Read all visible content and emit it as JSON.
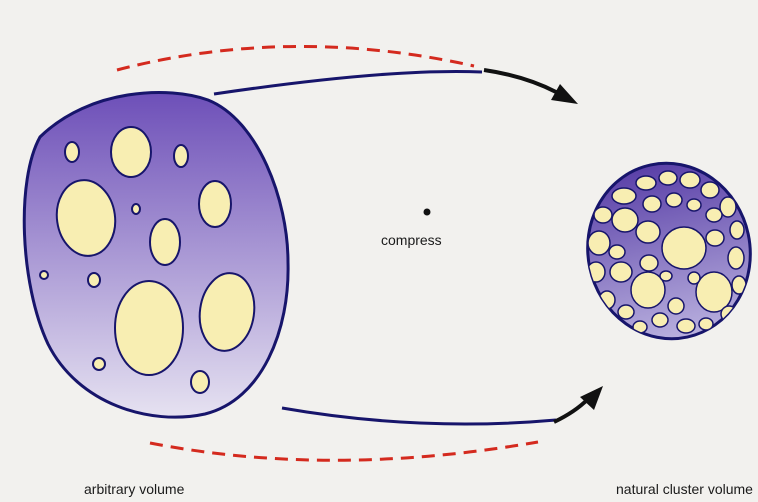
{
  "labels": {
    "compress": "compress",
    "arbitrary_volume": "arbitrary volume",
    "natural_cluster_volume": "natural cluster volume"
  },
  "colors": {
    "background": "#f2f1ee",
    "volume_fill_top": "#6d4fb8",
    "volume_fill_bottom": "#e6e2f1",
    "outline": "#17156b",
    "void_fill": "#f8eeb2",
    "arrow_solid": "#17156b",
    "arrow_dashed": "#d42a1e",
    "arrowhead": "#111111"
  }
}
